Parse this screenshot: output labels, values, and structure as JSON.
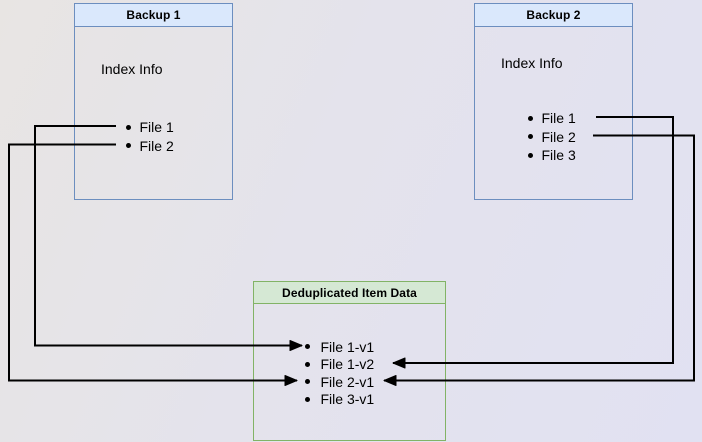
{
  "diagram": {
    "backup1": {
      "title": "Backup 1",
      "index_label": "Index Info",
      "files": [
        "File 1",
        "File 2"
      ]
    },
    "backup2": {
      "title": "Backup 2",
      "index_label": "Index Info",
      "files": [
        "File 1",
        "File 2",
        "File 3"
      ]
    },
    "dedup": {
      "title": "Deduplicated Item Data",
      "items": [
        "File 1-v1",
        "File 1-v2",
        "File 2-v1",
        "File 3-v1"
      ]
    },
    "connections": [
      {
        "from": "Backup 1 / File 1",
        "to": "File 1-v1"
      },
      {
        "from": "Backup 1 / File 2",
        "to": "File 2-v1"
      },
      {
        "from": "Backup 2 / File 1",
        "to": "File 1-v2"
      },
      {
        "from": "Backup 2 / File 2",
        "to": "File 2-v1"
      }
    ],
    "colors": {
      "backup_box_fill": "#dae8fc",
      "backup_box_stroke": "#6c8ebf",
      "dedup_box_fill": "#d5e8d4",
      "dedup_box_stroke": "#82b366",
      "connector": "#000000"
    }
  }
}
